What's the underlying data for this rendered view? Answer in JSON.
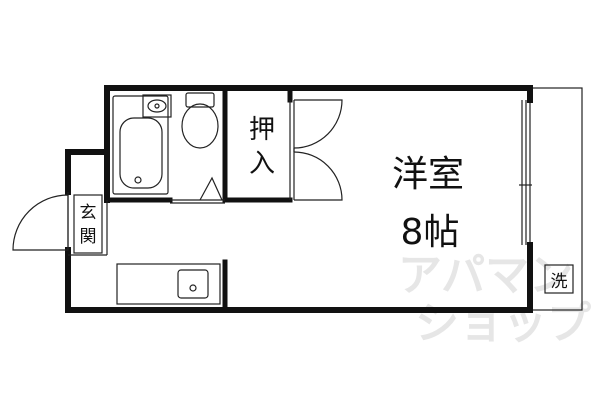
{
  "rooms": {
    "western_room_name": "洋室",
    "western_room_size": "8帖",
    "closet_line1": "押",
    "closet_line2": "入",
    "entrance_line1": "玄",
    "entrance_line2": "関",
    "washer": "洗"
  },
  "watermark": {
    "line1": "アパマン",
    "line2": "ショップ"
  }
}
